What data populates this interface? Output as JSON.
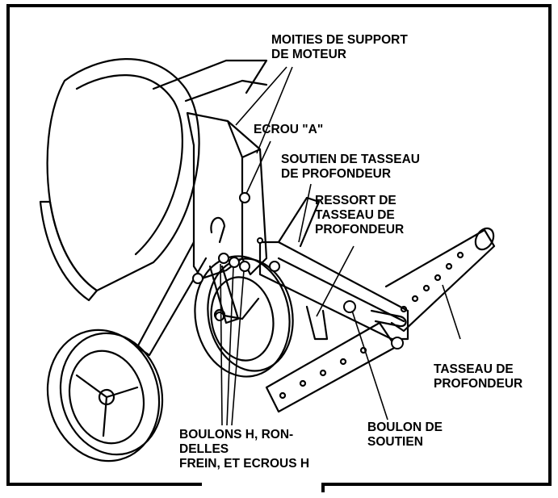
{
  "labels": {
    "engine_bracket": [
      "MOITIES DE SUPPORT",
      "DE MOTEUR"
    ],
    "nut_a": [
      "ECROU \"A\""
    ],
    "depth_stake_support": [
      "SOUTIEN DE TASSEAU",
      "DE PROFONDEUR"
    ],
    "depth_stake_spring": [
      "RESSORT DE",
      "TASSEAU DE",
      "PROFONDEUR"
    ],
    "depth_stake": [
      "TASSEAU DE",
      "PROFONDEUR"
    ],
    "support_bolt": [
      "BOULON DE",
      "SOUTIEN"
    ],
    "hardware": [
      "BOULONS H, RON-",
      "DELLES",
      "FREIN, ET ECROUS H"
    ]
  },
  "colors": {
    "line": "#000000",
    "background": "#ffffff"
  }
}
